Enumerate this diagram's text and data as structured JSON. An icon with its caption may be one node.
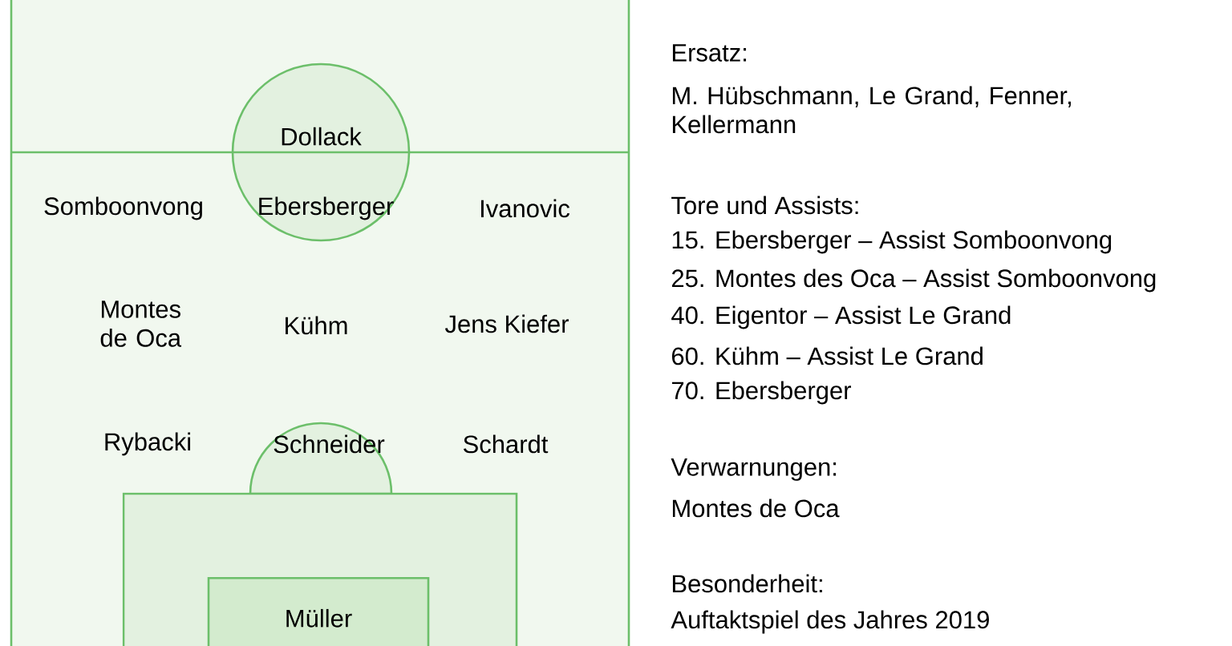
{
  "diagram": {
    "nodes": [
      {
        "text": [
          "Dollack"
        ]
      },
      {
        "text": [
          "Müller"
        ]
      }
    ],
    "labels": [
      "Somboonvong",
      "Ebersberger",
      "Ivanovic",
      "Montes de Oca",
      "Kühm",
      "Jens Kiefer",
      "Rybacki",
      "Schneider",
      "Schardt",
      "Ersatz:",
      "M. Hübschmann, Le Grand, Fenner, Kellermann",
      "Tore und Assists:",
      "15. Ebersberger – Assist Somboonvong",
      "25. Montes des Oca – Assist Somboonvong",
      "40. Eigentor – Assist Le Grand",
      "60. Kühm – Assist Le Grand",
      "70. Ebersberger",
      "Verwarnungen:",
      "Montes de Oca",
      "Besonderheit:",
      "Auftaktspiel des Jahres 2019"
    ]
  }
}
